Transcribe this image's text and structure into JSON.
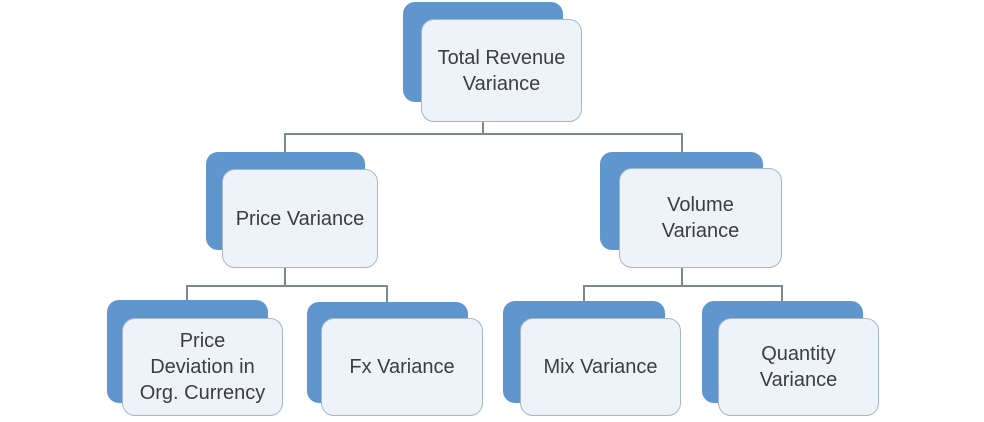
{
  "diagram": {
    "type": "hierarchy",
    "root": {
      "label": "Total Revenue\nVariance",
      "children": [
        {
          "label": "Price Variance",
          "children": [
            {
              "label": "Price\nDeviation in\nOrg. Currency"
            },
            {
              "label": "Fx Variance"
            }
          ]
        },
        {
          "label": "Volume\nVariance",
          "children": [
            {
              "label": "Mix Variance"
            },
            {
              "label": "Quantity\nVariance"
            }
          ]
        }
      ]
    }
  },
  "colors": {
    "background": "#ffffff",
    "node_back_fill": "#5f96cd",
    "node_front_fill": "#eef2f9",
    "node_front_border": "#a3b8cb",
    "connector": "#7c8790",
    "text": "#3d3d3d"
  }
}
